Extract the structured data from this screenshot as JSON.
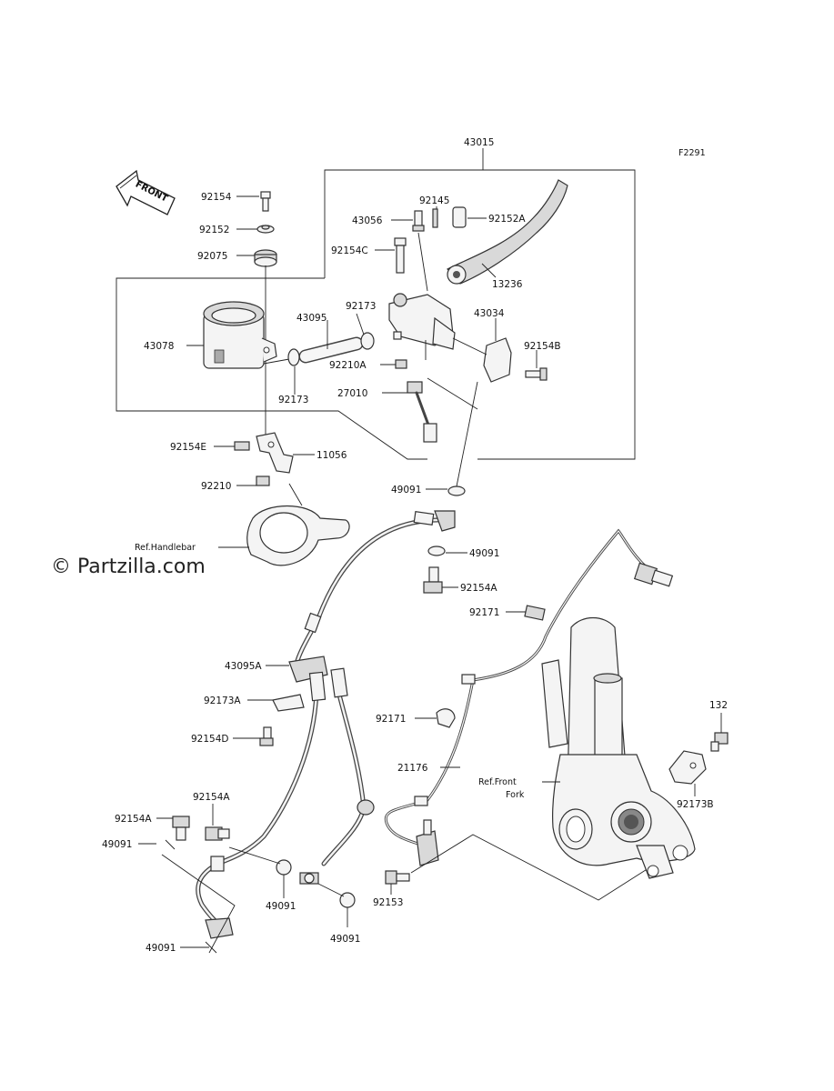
{
  "diagram": {
    "code": "F2291",
    "watermark": "© Partzilla.com",
    "front_label": "FRONT",
    "labels": {
      "p43015": "43015",
      "p92154": "92154",
      "p92152": "92152",
      "p92075": "92075",
      "p92145": "92145",
      "p43056": "43056",
      "p92152A": "92152A",
      "p92154C": "92154C",
      "p13236": "13236",
      "p92173_top": "92173",
      "p43095": "43095",
      "p43034": "43034",
      "p43078": "43078",
      "p92154B": "92154B",
      "p92210A": "92210A",
      "p92173_low": "92173",
      "p27010": "27010",
      "p92154E": "92154E",
      "p11056": "11056",
      "p92210": "92210",
      "p49091_a": "49091",
      "ref_handlebar": "Ref.Handlebar",
      "p49091_b": "49091",
      "p92154A_a": "92154A",
      "p92171_a": "92171",
      "p43095A": "43095A",
      "p92173A": "92173A",
      "p132": "132",
      "p92154D": "92154D",
      "p92171_b": "92171",
      "p21176": "21176",
      "ref_front_fork_1": "Ref.Front",
      "ref_front_fork_2": "Fork",
      "p92173B": "92173B",
      "p92154A_b": "92154A",
      "p92154A_c": "92154A",
      "p49091_c": "49091",
      "p49091_d": "49091",
      "p49091_e": "49091",
      "p92153": "92153",
      "p49091_f": "49091"
    }
  }
}
